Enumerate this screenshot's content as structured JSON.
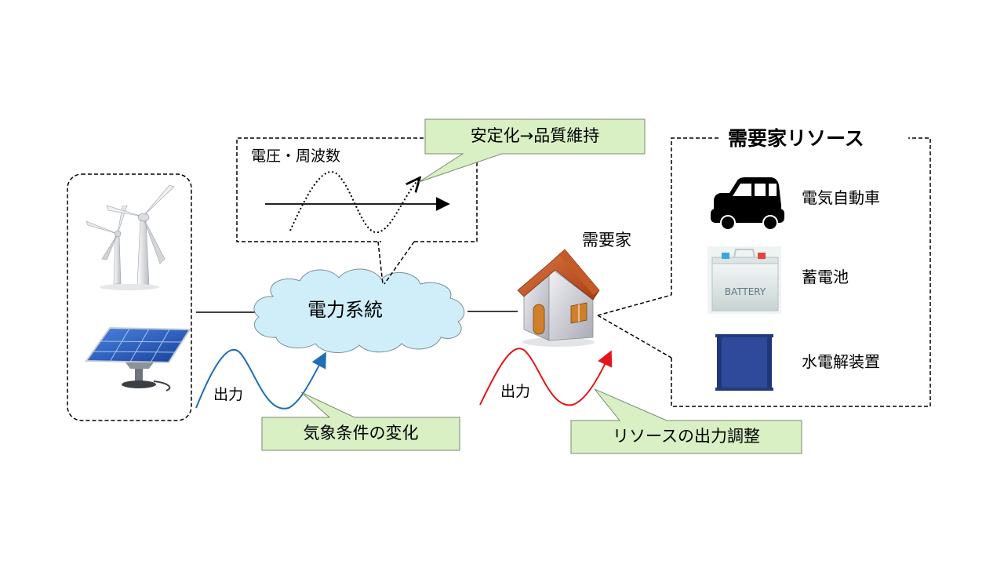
{
  "callouts": {
    "stabilization": "安定化→品質維持",
    "weather": "気象条件の変化",
    "resource_adjust": "リソースの出力調整"
  },
  "grid": {
    "label": "電力系統",
    "monitor_label": "電圧・周波数"
  },
  "generation": {
    "output_label": "出力"
  },
  "consumer": {
    "label": "需要家",
    "output_label": "出力"
  },
  "resources": {
    "title": "需要家リソース",
    "items": [
      {
        "label": "電気自動車",
        "icon": "car-icon"
      },
      {
        "label": "蓄電池",
        "icon": "battery-icon"
      },
      {
        "label": "水電解装置",
        "icon": "electrolyzer-icon"
      }
    ],
    "battery_text": "BATTERY"
  },
  "colors": {
    "callout_fill": "#d9efc4",
    "cloud_fill": "#cfeef9",
    "generation_wave": "#1f6fb5",
    "consumer_wave": "#e3161a",
    "electrolyzer": "#2f4a9a",
    "panel": "#1f57b8"
  }
}
